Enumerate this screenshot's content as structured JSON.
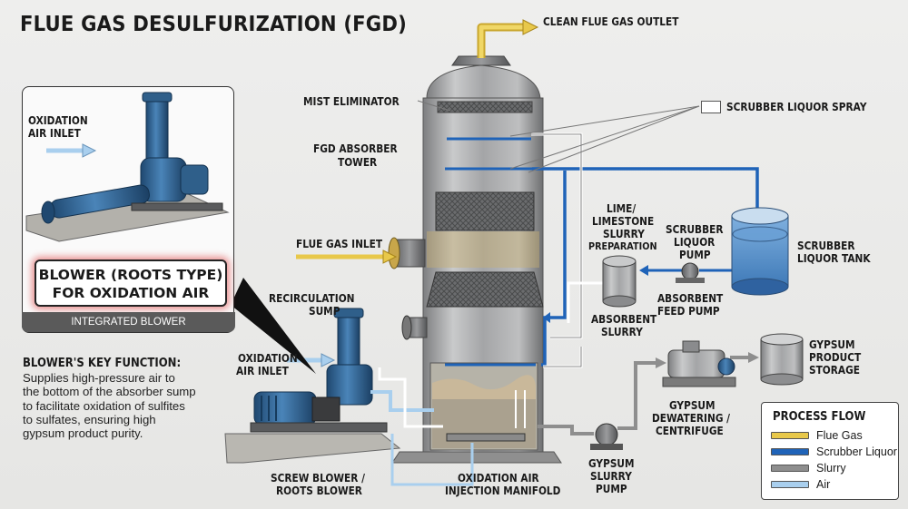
{
  "title": "FLUE GAS DESULFURIZATION (FGD)",
  "labels": {
    "clean_flue_gas_outlet": "CLEAN FLUE GAS OUTLET",
    "mist_eliminator": "MIST ELIMINATOR",
    "fgd_absorber_tower_1": "FGD ABSORBER",
    "fgd_absorber_tower_2": "TOWER",
    "scrubber_liquor_spray": "SCRUBBER LIQUOR SPRAY",
    "flue_gas_inlet": "FLUE GAS INLET",
    "recirculation_sump_1": "RECIRCULATION",
    "recirculation_sump_2": "SUMP",
    "lime_prep_1": "LIME/",
    "lime_prep_2": "LIMESTONE",
    "lime_prep_3": "SLURRY",
    "lime_prep_4": "PREPARATION",
    "scrubber_liquor_pump_1": "SCRUBBER",
    "scrubber_liquor_pump_2": "LIQUOR",
    "scrubber_liquor_pump_3": "PUMP",
    "scrubber_liquor_tank_1": "SCRUBBER",
    "scrubber_liquor_tank_2": "LIQUOR TANK",
    "absorbent_slurry_1": "ABSORBENT",
    "absorbent_slurry_2": "SLURRY",
    "absorbent_feed_pump_1": "ABSORBENT",
    "absorbent_feed_pump_2": "FEED PUMP",
    "gypsum_storage_1": "GYPSUM",
    "gypsum_storage_2": "PRODUCT",
    "gypsum_storage_3": "STORAGE",
    "gypsum_dewatering_1": "GYPSUM",
    "gypsum_dewatering_2": "DEWATERING /",
    "gypsum_dewatering_3": "CENTRIFUGE",
    "gypsum_slurry_pump_1": "GYPSUM",
    "gypsum_slurry_pump_2": "SLURRY",
    "gypsum_slurry_pump_3": "PUMP",
    "oxidation_air_injection_1": "OXIDATION AIR",
    "oxidation_air_injection_2": "INJECTION MANIFOLD",
    "screw_blower_1": "SCREW BLOWER /",
    "screw_blower_2": "ROOTS BLOWER",
    "oxidation_air_inlet_main_1": "OXIDATION",
    "oxidation_air_inlet_main_2": "AIR INLET",
    "oxidation_air_inlet_inset_1": "OXIDATION",
    "oxidation_air_inlet_inset_2": "AIR INLET"
  },
  "inset": {
    "callout_line_1": "BLOWER (ROOTS TYPE)",
    "callout_line_2": "FOR OXIDATION AIR",
    "caption": "INTEGRATED BLOWER"
  },
  "key_function": {
    "title": "BLOWER'S KEY FUNCTION:",
    "lines": [
      "Supplies high-pressure air to",
      "the bottom of the absorber sump",
      "to facilitate oxidation of sulfites",
      "to sulfates, ensuring high",
      "gypsum product purity."
    ]
  },
  "legend": {
    "title": "PROCESS FLOW",
    "items": [
      {
        "label": "Flue Gas",
        "color": "#e8c84a"
      },
      {
        "label": "Scrubber Liquor",
        "color": "#1f63b8"
      },
      {
        "label": "Slurry",
        "color": "#8e8e8e"
      },
      {
        "label": "Air",
        "color": "#a9cfee"
      }
    ]
  },
  "colors": {
    "flue_gas": "#e8c84a",
    "scrubber_liquor": "#1f63b8",
    "slurry": "#8e8e8e",
    "air": "#a9cfee",
    "blower_blue": "#2f5f8a",
    "tower_steel": "#a8a9aa"
  }
}
